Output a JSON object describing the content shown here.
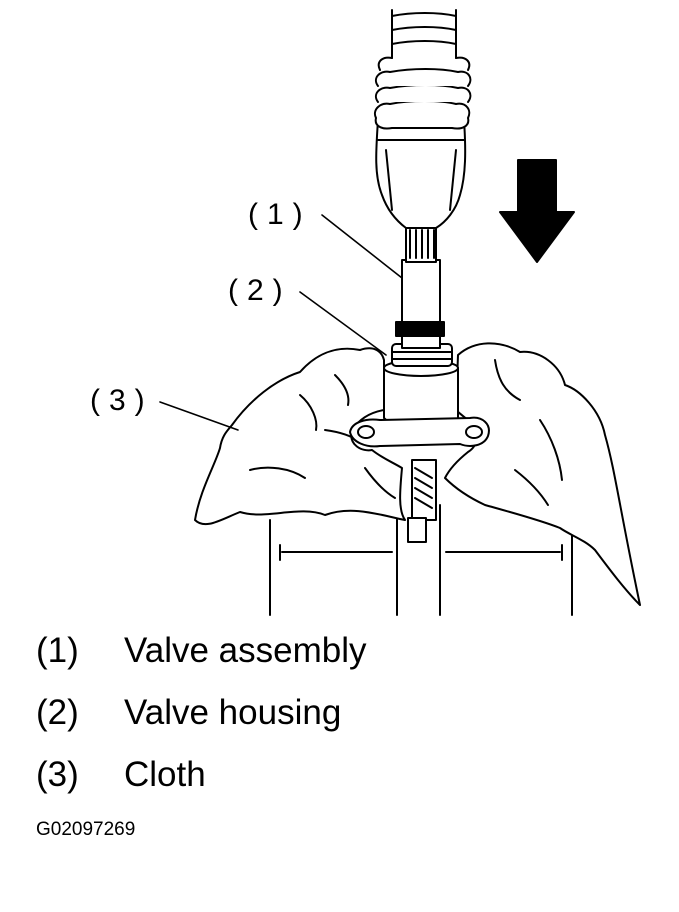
{
  "callouts": {
    "c1": "(1)",
    "c2": "(2)",
    "c3": "(3)"
  },
  "legend": [
    {
      "num": "(1)",
      "text": "Valve assembly"
    },
    {
      "num": "(2)",
      "text": "Valve housing"
    },
    {
      "num": "(3)",
      "text": "Cloth"
    }
  ],
  "figure_id": "G02097269",
  "icons": {
    "press_direction": "down-arrow-icon"
  },
  "colors": {
    "ink": "#000000",
    "background": "#ffffff"
  }
}
